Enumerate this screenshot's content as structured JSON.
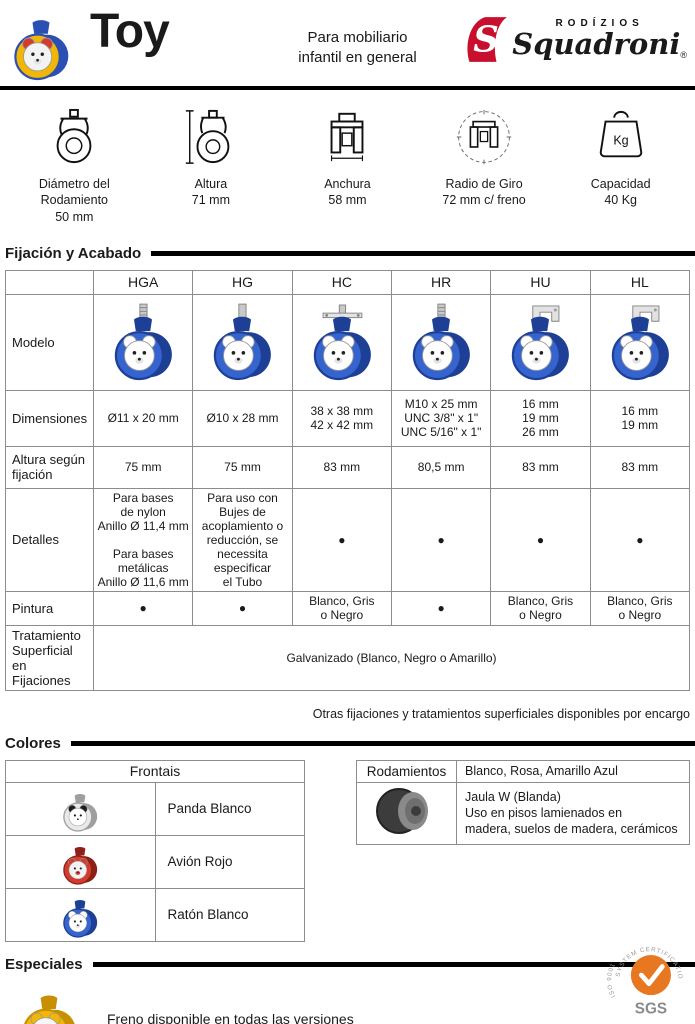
{
  "header": {
    "title": "Toy",
    "subtitle": "Para mobiliario\ninfantil en general",
    "brand_top": "RODÍZIOS",
    "brand_name": "Squadroni",
    "brand_reg": "®"
  },
  "specs": [
    {
      "label": "Diámetro del Rodamiento",
      "value": "50 mm"
    },
    {
      "label": "Altura",
      "value": "71 mm"
    },
    {
      "label": "Anchura",
      "value": "58 mm"
    },
    {
      "label": "Radio de Giro",
      "value": "72 mm c/ freno"
    },
    {
      "label": "Capacidad",
      "value": "40 Kg",
      "icon_text": "Kg"
    }
  ],
  "fijacion": {
    "section_title": "Fijación y Acabado",
    "columns": [
      "HGA",
      "HG",
      "HC",
      "HR",
      "HU",
      "HL"
    ],
    "row_labels": {
      "modelo": "Modelo",
      "dimensiones": "Dimensiones",
      "altura": "Altura según\nfijación",
      "detalles": "Detalles",
      "pintura": "Pintura",
      "tratamiento": "Tratamiento\nSuperficial en\nFijaciones"
    },
    "dimensiones": [
      "Ø11 x 20 mm",
      "Ø10 x 28 mm",
      "38 x 38 mm\n42 x 42 mm",
      "M10 x 25 mm\nUNC 3/8\" x 1\"\nUNC 5/16\" x 1\"",
      "16 mm\n19 mm\n26 mm",
      "16 mm\n19 mm"
    ],
    "altura": [
      "75 mm",
      "75 mm",
      "83 mm",
      "80,5 mm",
      "83 mm",
      "83 mm"
    ],
    "detalles": [
      "Para bases\nde nylon\nAnillo Ø 11,4 mm\n\nPara bases\nmetálicas\nAnillo Ø 11,6 mm",
      "Para uso con\nBujes de\nacoplamiento o\nreducción, se\nnecessita\nespecificar\nel Tubo",
      "●",
      "●",
      "●",
      "●"
    ],
    "pintura": [
      "●",
      "●",
      "Blanco, Gris\no Negro",
      "●",
      "Blanco, Gris\no Negro",
      "Blanco, Gris\no Negro"
    ],
    "tratamiento_value": "Galvanizado (Blanco, Negro o Amarillo)",
    "note": "Otras fijaciones y tratamientos superficiales disponibles por encargo"
  },
  "colores": {
    "section_title": "Colores",
    "frontais_title": "Frontais",
    "frontais": [
      "Panda Blanco",
      "Avión Rojo",
      "Ratón  Blanco"
    ],
    "rodamientos_title": "Rodamientos",
    "rodamientos_colors": "Blanco, Rosa, Amarillo  Azul",
    "rodamientos_desc": "Jaula W (Blanda)\nUso en pisos lamienados en\nmadera, suelos de madera, cerámicos"
  },
  "especiales": {
    "section_title": "Especiales",
    "text": "Freno disponible en todas las versiones"
  },
  "certification": {
    "name": "SGS",
    "arc_top": "SYSTEM CERTIFICATION",
    "arc_side": "ISO 9001"
  },
  "colors": {
    "brand_red": "#c8102e",
    "caster_blue": "#3564cf",
    "cert_orange": "#e87722"
  }
}
